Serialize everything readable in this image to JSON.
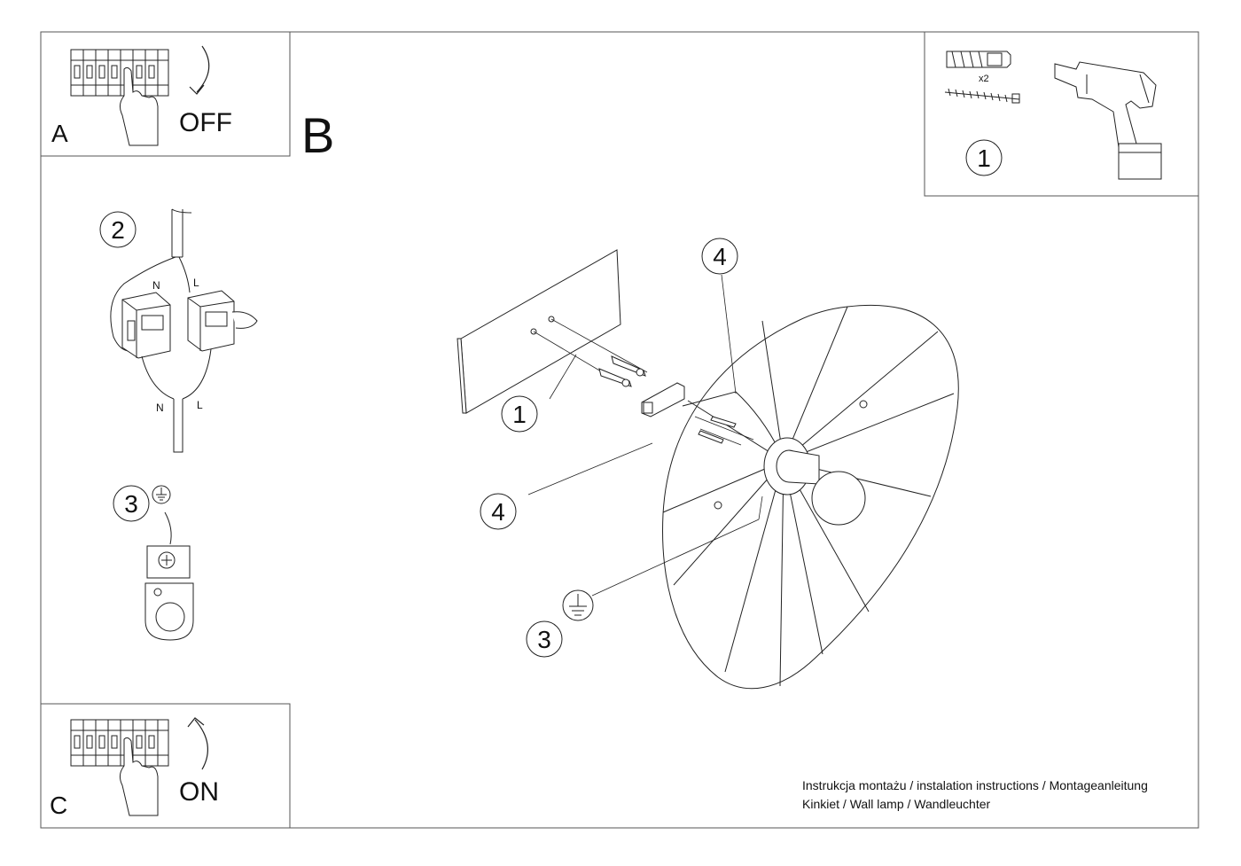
{
  "panels": {
    "a": {
      "letter": "A",
      "action": "OFF"
    },
    "b": {
      "letter": "B"
    },
    "c": {
      "letter": "C",
      "action": "ON"
    }
  },
  "step_numbers": {
    "tools": "1",
    "wiring": "2",
    "ground": "3",
    "main_plate": "1",
    "main_shade_top": "4",
    "main_shade_left": "4",
    "main_ground": "3"
  },
  "wiring_labels": {
    "n_top": "N",
    "l_top": "L",
    "n_bottom": "N",
    "l_bottom": "L"
  },
  "tools": {
    "anchor_qty": "x2"
  },
  "footer": {
    "line1": "Instrukcja montażu / instalation instructions / Montageanleitung",
    "line2": "Kinkiet / Wall lamp / Wandleuchter"
  },
  "icons": [
    "breaker-panel-icon",
    "hand-icon",
    "arrow-icon",
    "ground-symbol-icon",
    "drill-icon",
    "wall-anchor-icon",
    "screw-icon",
    "terminal-block-icon",
    "bulb-icon"
  ]
}
